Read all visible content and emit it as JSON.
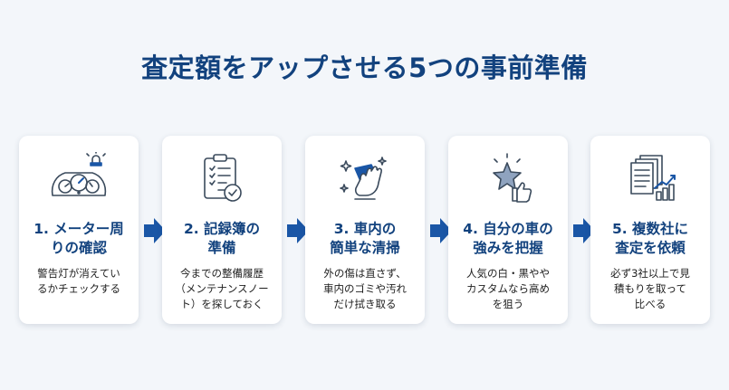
{
  "title": "査定額をアップさせる5つの事前準備",
  "colors": {
    "accent": "#12427e",
    "arrow": "#1a56a6",
    "background": "#f3f6fa",
    "card": "#ffffff"
  },
  "steps": [
    {
      "icon": "dashboard-warning-icon",
      "title_line1": "1. メーター周",
      "title_line2": "りの確認",
      "desc_line1": "警告灯が消えてい",
      "desc_line2": "るかチェックする",
      "desc_line3": ""
    },
    {
      "icon": "clipboard-check-icon",
      "title_line1": "2. 記録簿の",
      "title_line2": "準備",
      "desc_line1": "今までの整備履歴",
      "desc_line2": "（メンテナンスノー",
      "desc_line3": "ト）を探しておく"
    },
    {
      "icon": "cleaning-hand-icon",
      "title_line1": "3. 車内の",
      "title_line2": "簡単な清掃",
      "desc_line1": "外の傷は直さず、",
      "desc_line2": "車内のゴミや汚れ",
      "desc_line3": "だけ拭き取る"
    },
    {
      "icon": "star-thumbs-up-icon",
      "title_line1": "4. 自分の車の",
      "title_line2": "強みを把握",
      "desc_line1": "人気の白・黒やや",
      "desc_line2": "カスタムなら高め",
      "desc_line3": "を狙う"
    },
    {
      "icon": "documents-chart-icon",
      "title_line1": "5. 複数社に",
      "title_line2": "査定を依頼",
      "desc_line1": "必ず3社以上で見",
      "desc_line2": "積もりを取って",
      "desc_line3": "比べる"
    }
  ]
}
